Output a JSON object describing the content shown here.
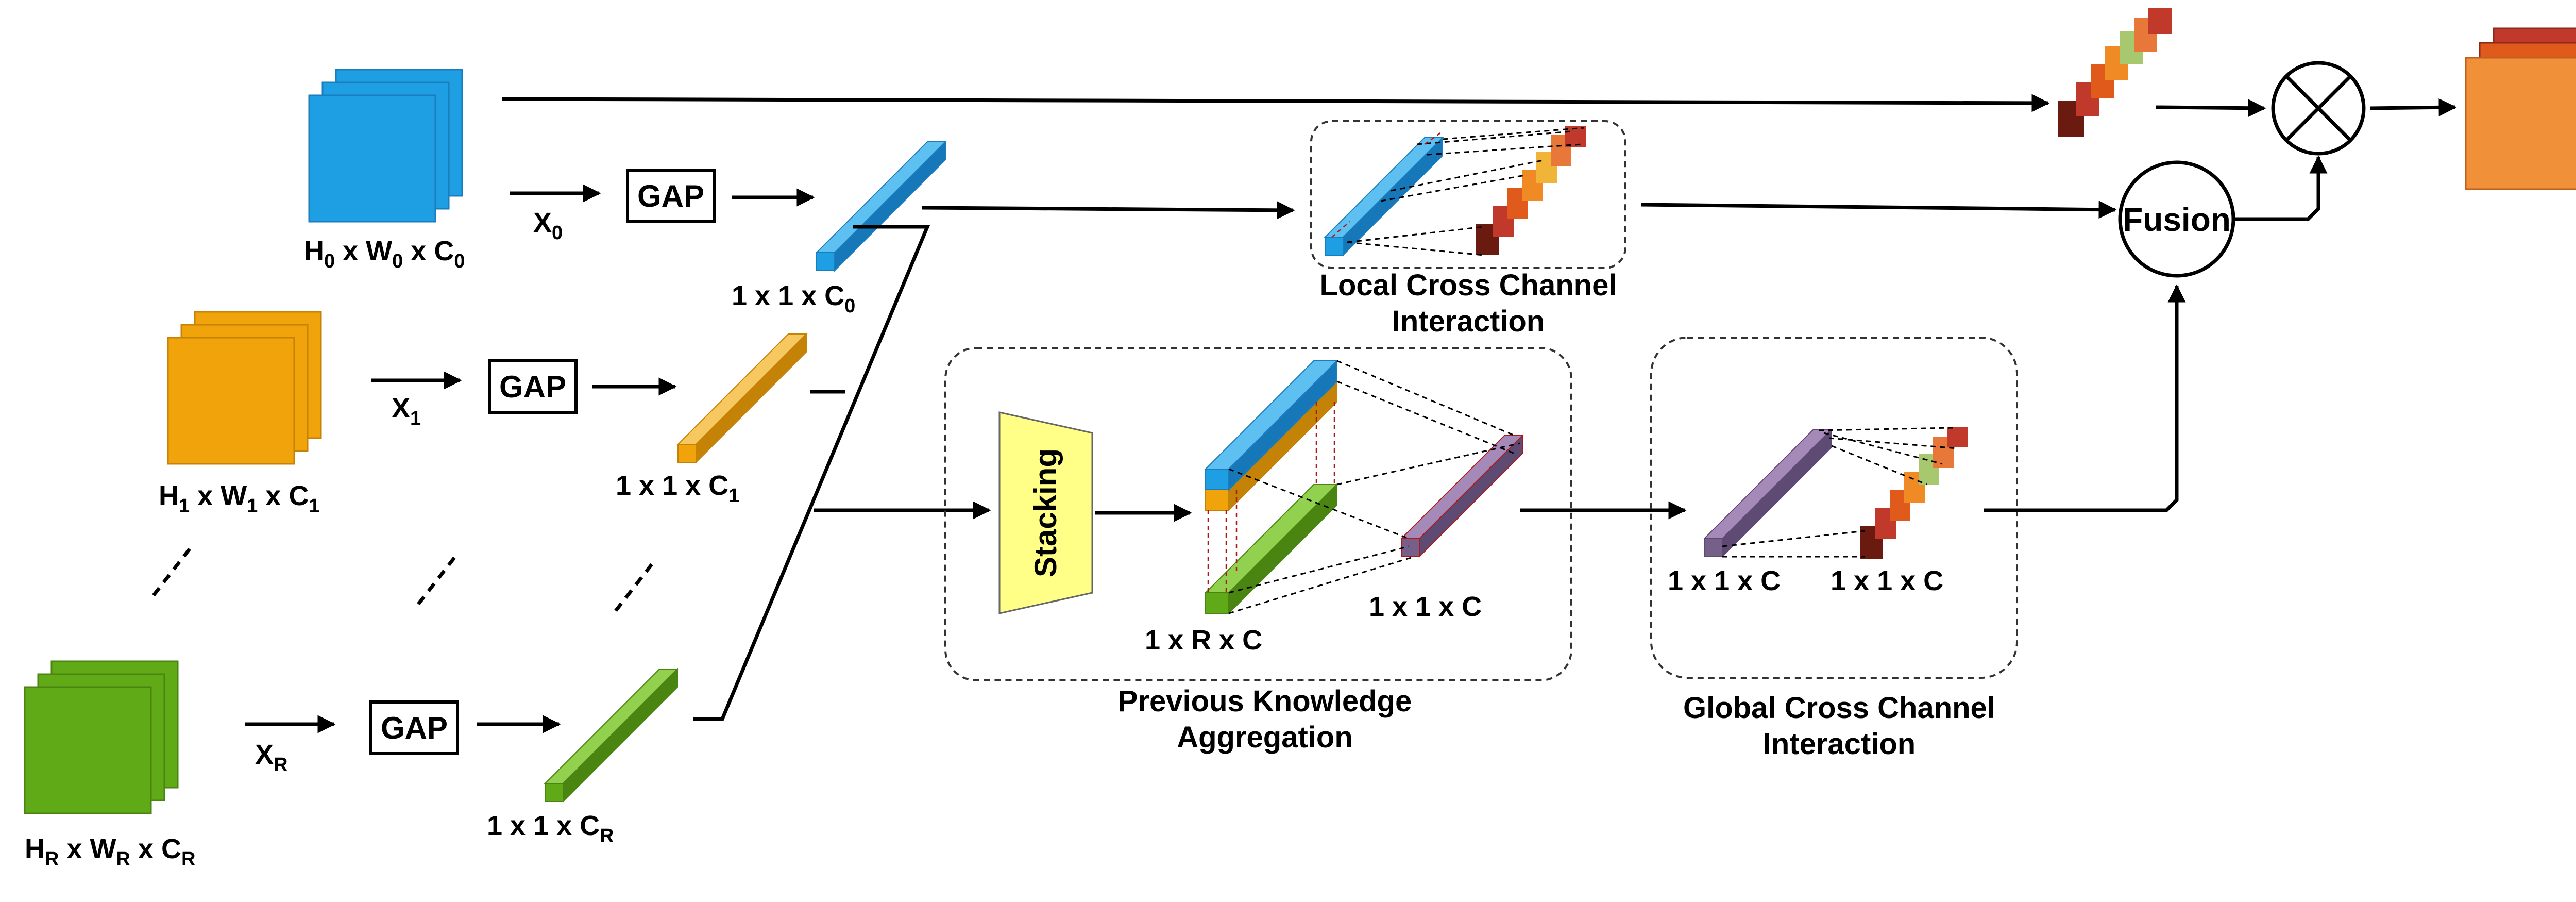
{
  "colors": {
    "blue": "#1e9fe3",
    "orange": "#f0a30a",
    "green": "#60a917",
    "purple": "#76608a",
    "yellow_block": "#ffff88",
    "output_front": "#f0913a",
    "output_back": "#c0392b",
    "attention_palette": [
      "#6a1a0e",
      "#e05a1c",
      "#f08a24",
      "#f0b438",
      "#a8c870",
      "#e8783a",
      "#c0392b"
    ]
  },
  "inputs": [
    {
      "label_parts": [
        "H",
        "0",
        " x W",
        "0",
        " x C",
        "0"
      ],
      "arrow_parts": [
        "X",
        "0"
      ],
      "gap": "GAP",
      "vector_parts": [
        "1 x 1 x C",
        "0"
      ]
    },
    {
      "label_parts": [
        "H",
        "1",
        " x W",
        "1",
        " x C",
        "1"
      ],
      "arrow_parts": [
        "X",
        "1"
      ],
      "gap": "GAP",
      "vector_parts": [
        "1 x 1 x C",
        "1"
      ]
    },
    {
      "label_parts": [
        "H",
        "R",
        " x W",
        "R",
        " x C",
        "R"
      ],
      "arrow_parts": [
        "X",
        "R"
      ],
      "gap": "GAP",
      "vector_parts": [
        "1 x 1 x C",
        "R"
      ]
    }
  ],
  "local_block": {
    "title_lines": [
      "Local Cross Channel",
      "Interaction"
    ]
  },
  "pka_block": {
    "stacking": "Stacking",
    "stack_label": "1 x R x C",
    "out_label": "1 x 1 x C",
    "title_lines": [
      "Previous Knowledge",
      "Aggregation"
    ]
  },
  "global_block": {
    "in_label": "1 x 1 x C",
    "out_label": "1 x 1 x C",
    "title_lines": [
      "Global Cross Channel",
      "Interaction"
    ]
  },
  "fusion": "Fusion"
}
